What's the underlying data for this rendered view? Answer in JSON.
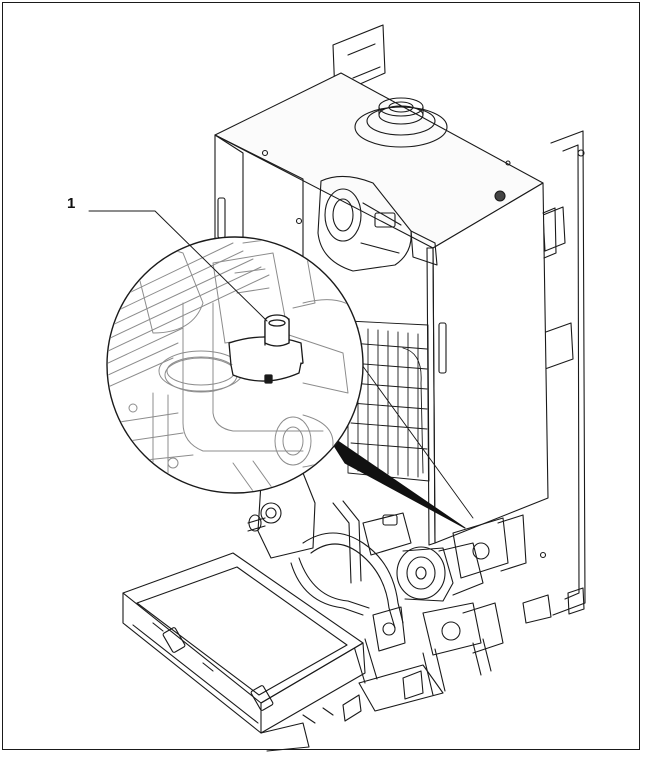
{
  "callouts": [
    {
      "number": "1",
      "target": "component-in-magnified-detail"
    }
  ],
  "colors": {
    "line": "#1a1a1a",
    "paper": "#ffffff",
    "detail_line": "#8c8c8c"
  },
  "icons": [
    "boiler-assembly-illustration",
    "magnifier-detail-circle",
    "callout-leader-line"
  ]
}
